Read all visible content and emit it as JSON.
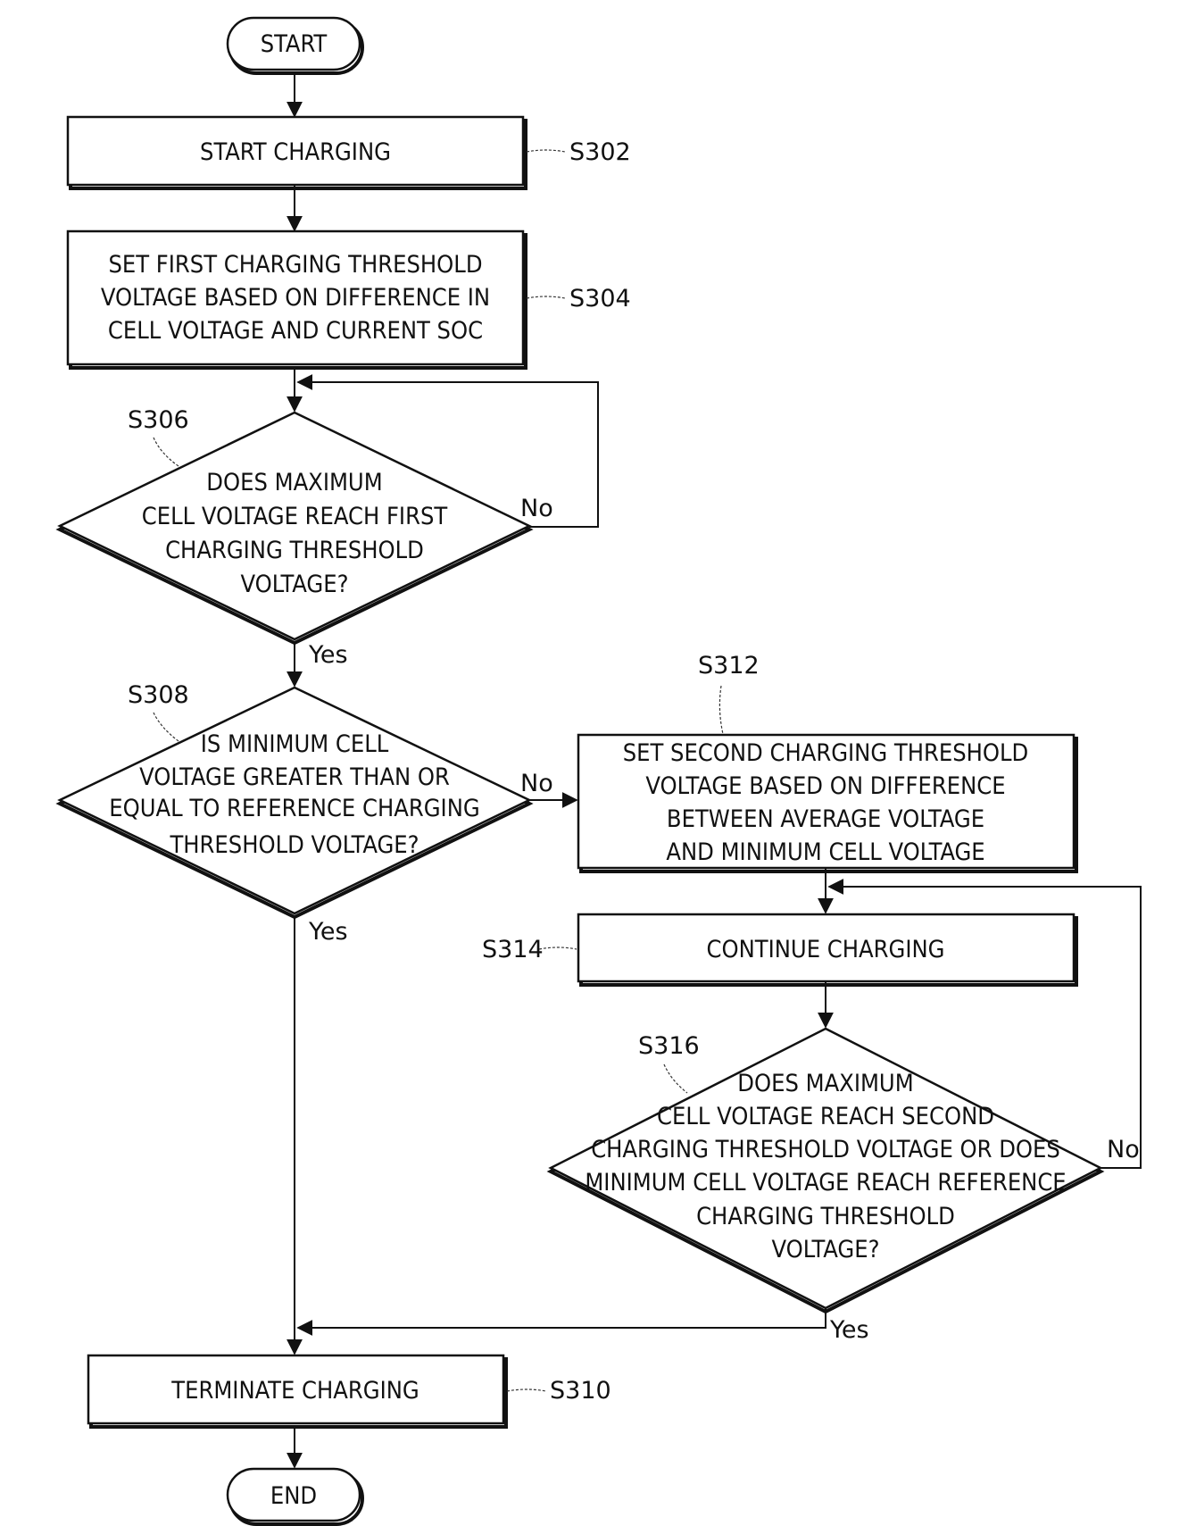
{
  "flowchart": {
    "start": "START",
    "end": "END",
    "steps": {
      "s302": {
        "label": "S302",
        "lines": [
          "START CHARGING"
        ]
      },
      "s304": {
        "label": "S304",
        "lines": [
          "SET FIRST CHARGING THRESHOLD",
          "VOLTAGE BASED ON DIFFERENCE IN",
          "CELL VOLTAGE AND CURRENT SOC"
        ]
      },
      "s306": {
        "label": "S306",
        "lines": [
          "DOES MAXIMUM",
          "CELL VOLTAGE REACH FIRST",
          "CHARGING THRESHOLD",
          "VOLTAGE?"
        ]
      },
      "s308": {
        "label": "S308",
        "lines": [
          "IS MINIMUM CELL",
          "VOLTAGE GREATER THAN OR",
          "EQUAL TO REFERENCE CHARGING",
          "THRESHOLD VOLTAGE?"
        ]
      },
      "s310": {
        "label": "S310",
        "lines": [
          "TERMINATE CHARGING"
        ]
      },
      "s312": {
        "label": "S312",
        "lines": [
          "SET SECOND CHARGING THRESHOLD",
          "VOLTAGE BASED ON DIFFERENCE",
          "BETWEEN AVERAGE VOLTAGE",
          "AND MINIMUM CELL VOLTAGE"
        ]
      },
      "s314": {
        "label": "S314",
        "lines": [
          "CONTINUE CHARGING"
        ]
      },
      "s316": {
        "label": "S316",
        "lines": [
          "DOES MAXIMUM",
          "CELL VOLTAGE REACH SECOND",
          "CHARGING THRESHOLD VOLTAGE OR DOES",
          "MINIMUM CELL VOLTAGE REACH REFERENCE",
          "CHARGING THRESHOLD",
          "VOLTAGE?"
        ]
      }
    },
    "branches": {
      "s306_no": "No",
      "s306_yes": "Yes",
      "s308_no": "No",
      "s308_yes": "Yes",
      "s316_no": "No",
      "s316_yes": "Yes"
    }
  }
}
